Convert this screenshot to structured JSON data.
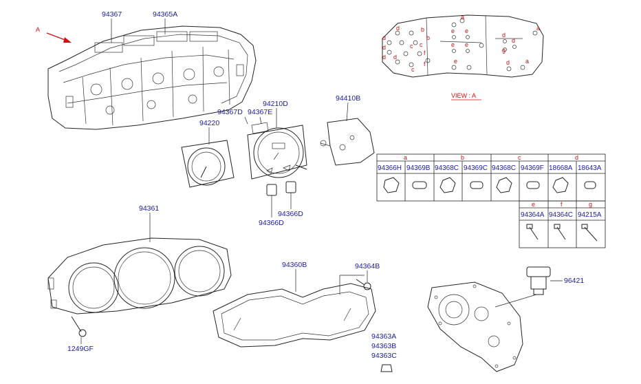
{
  "labels": {
    "arrow_a": "A",
    "p94367": "94367",
    "p94365A": "94365A",
    "p94367D": "94367D",
    "p94367E": "94367E",
    "p94210D": "94210D",
    "p94410B": "94410B",
    "p94220": "94220",
    "p94366D_a": "94366D",
    "p94366D_b": "94366D",
    "p94361": "94361",
    "p1249GF": "1249GF",
    "p94360B": "94360B",
    "p94364B": "94364B",
    "p94363A": "94363A",
    "p94363B": "94363B",
    "p94363C": "94363C",
    "p96421": "96421",
    "view_a": "VIEW : A"
  },
  "view_letters": {
    "l1": "a",
    "l2": "a",
    "l3": "b",
    "l4": "d",
    "l5": "b",
    "l6": "c",
    "l7": "d",
    "l8": "c",
    "l9": "d",
    "l10": "f",
    "l11": "e",
    "l12": "e",
    "l13": "e",
    "l14": "e",
    "l15": "d",
    "l16": "d",
    "l17": "g",
    "l18": "d",
    "l19": "d",
    "l20": "e",
    "l21": "f",
    "l22": "c",
    "l23": "d",
    "l24": "a"
  },
  "table": {
    "groups_top": [
      "a",
      "b",
      "c",
      "d"
    ],
    "parts_top": [
      "94366H",
      "94369B",
      "94368C",
      "94369C",
      "94368C",
      "94369F",
      "18668A",
      "18643A"
    ],
    "groups_bottom": [
      "e",
      "f",
      "g"
    ],
    "parts_bottom": [
      "94364A",
      "94364C",
      "94215A"
    ]
  }
}
